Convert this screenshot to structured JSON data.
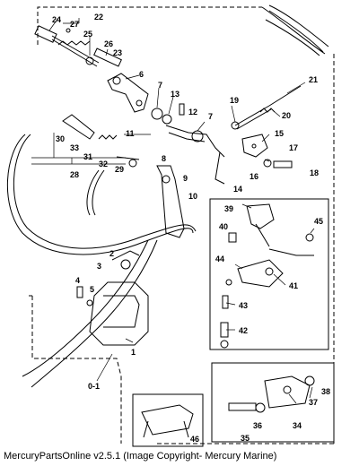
{
  "footer": {
    "caption": "MercuryPartsOnline v2.5.1 (Image Copyright- Mercury Marine)"
  },
  "callouts": {
    "n0_1": "0-1",
    "n1": "1",
    "n2": "2",
    "n3": "3",
    "n4": "4",
    "n5": "5",
    "n6": "6",
    "n7": "7",
    "n7b": "7",
    "n8": "8",
    "n9": "9",
    "n10": "10",
    "n11": "11",
    "n12": "12",
    "n13": "13",
    "n14": "14",
    "n15": "15",
    "n16": "16",
    "n17": "17",
    "n18": "18",
    "n19": "19",
    "n20": "20",
    "n21": "21",
    "n22": "22",
    "n23": "23",
    "n24": "24",
    "n25": "25",
    "n26": "26",
    "n27": "27",
    "n28": "28",
    "n29": "29",
    "n30": "30",
    "n31": "31",
    "n32": "32",
    "n33": "33",
    "n34": "34",
    "n35": "35",
    "n36": "36",
    "n37": "37",
    "n38": "38",
    "n39": "39",
    "n40": "40",
    "n41": "41",
    "n42": "42",
    "n43": "43",
    "n44": "44",
    "n45": "45",
    "n46": "46"
  }
}
